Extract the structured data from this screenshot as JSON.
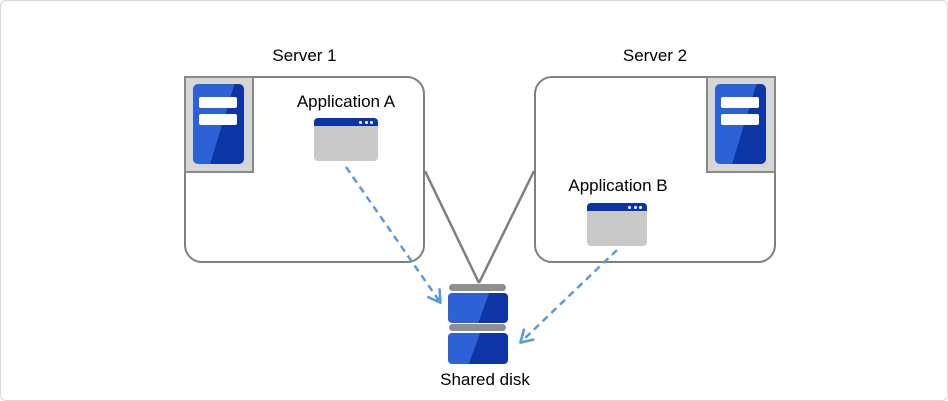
{
  "diagram": {
    "server1": {
      "title": "Server 1",
      "app_label": "Application A"
    },
    "server2": {
      "title": "Server 2",
      "app_label": "Application B"
    },
    "shared_disk": {
      "label": "Shared disk"
    }
  },
  "icons": {
    "server": "tower-server-icon",
    "application": "app-window-icon",
    "shared_disk": "stacked-disk-icon",
    "arrows": "dashed-arrow"
  },
  "colors": {
    "blue_light": "#2d61d6",
    "blue_dark": "#0d35a5",
    "titlebar_blue": "#0b34a6",
    "box_border_gray": "#7f7f7f",
    "icon_frame_gray": "#d6d6d6",
    "window_body_gray": "#c9c9c9",
    "disk_bar_gray": "#8f8f8f",
    "arrow_blue": "#5b9bd5",
    "text_black": "#000000"
  }
}
